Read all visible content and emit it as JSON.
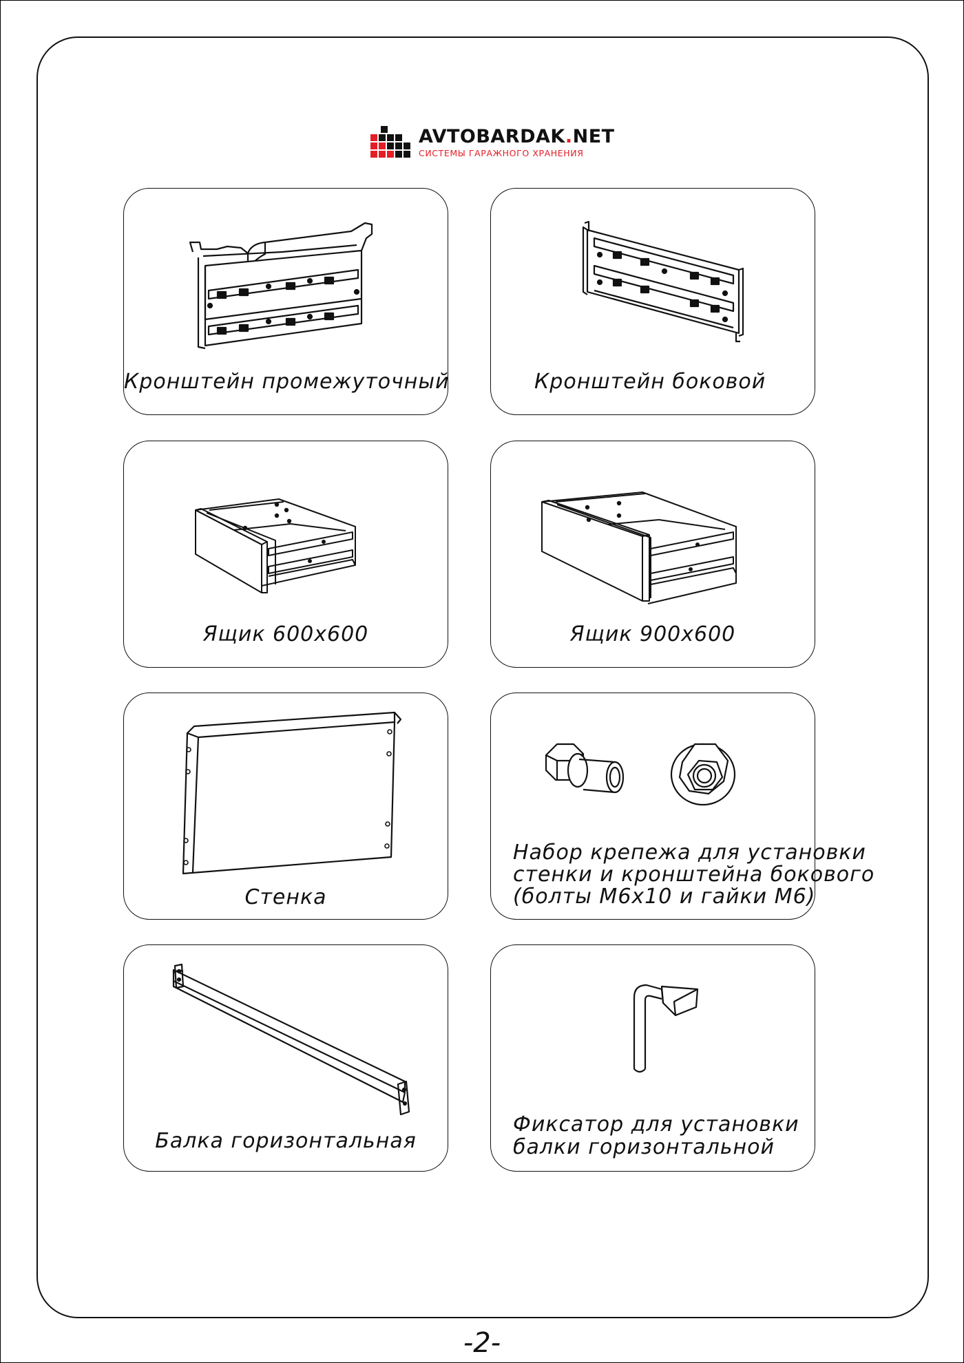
{
  "brand": {
    "name_main": "AVTOBARDAK",
    "name_dot": ".",
    "name_tld": "NET",
    "tagline": "СИСТЕМЫ ГАРАЖНОГО ХРАНЕНИЯ",
    "accent_color": "#e41e26",
    "dark_color": "#111111"
  },
  "parts": [
    {
      "caption": "Кронштейн промежуточный",
      "icon": "intermediate-bracket-icon"
    },
    {
      "caption": "Кронштейн боковой",
      "icon": "side-bracket-icon"
    },
    {
      "caption": "Ящик 600х600",
      "icon": "drawer-600-icon"
    },
    {
      "caption": "Ящик 900х600",
      "icon": "drawer-900-icon"
    },
    {
      "caption": "Стенка",
      "icon": "wall-panel-icon"
    },
    {
      "caption_lines": [
        "Набор крепежа для установки",
        "стенки и кронштейна бокового",
        "(болты М6х10 и гайки М6)"
      ],
      "icon": "fastener-set-icon"
    },
    {
      "caption": "Балка горизонтальная",
      "icon": "horizontal-beam-icon"
    },
    {
      "caption_lines": [
        "Фиксатор для установки",
        "балки горизонтальной"
      ],
      "icon": "beam-lock-icon"
    }
  ],
  "page_number": "-2-"
}
